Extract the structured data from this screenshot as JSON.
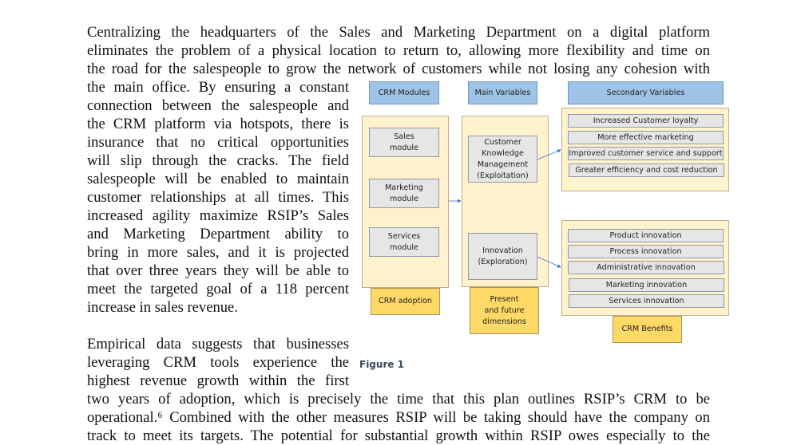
{
  "body_text": {
    "para1_full": [
      "Centralizing the headquarters of the Sales and Marketing Department on a digital platform",
      "eliminates the problem of a physical location to return to, allowing more flexibility and time on",
      "the road for the salespeople to grow the network of customers while not losing any cohesion with"
    ],
    "para1_wrapped": [
      "the main office. By ensuring a constant",
      "connection between the salespeople and",
      "the CRM platform via hotspots, there is",
      "insurance that no critical opportunities",
      "will slip through the cracks. The field",
      "salespeople will be enabled to maintain",
      "customer relationships at all times. This",
      "increased agility maximize RSIP’s Sales",
      "and Marketing Department ability to",
      "bring in more sales, and it is projected",
      "that over three years they will be able to",
      "meet the targeted goal of a 118 percent",
      "increase in sales revenue."
    ],
    "para2_wrapped": [
      "Empirical data suggests that businesses",
      "leveraging CRM tools experience the",
      "highest revenue growth within the first"
    ],
    "para2_full": [
      "two years of adoption, which is precisely the time that this plan outlines RSIP’s CRM to be",
      "operational.⁶ Combined with the other measures RSIP will be taking should have the company on",
      "track to meet its targets. The potential for substantial growth within RSIP owes especially to the"
    ]
  },
  "figure": {
    "caption": "Figure 1",
    "headers": [
      "CRM Modules",
      "Main Variables",
      "Secondary Variables"
    ],
    "modules": [
      "Sales module",
      "Marketing module",
      "Services module"
    ],
    "main_variables": [
      "Customer Knowledge Management (Exploitation)",
      "Innovation (Exploration)"
    ],
    "secondary_top": [
      "Increased Customer loyalty",
      "More effective marketing",
      "Improved customer service and support",
      "Greater efficiency and cost reduction"
    ],
    "secondary_bottom": [
      "Product innovation",
      "Process innovation",
      "Administrative innovation",
      "Marketing innovation",
      "Services innovation"
    ],
    "footers": [
      "CRM adoption",
      "Present and future dimensions",
      "CRM Benefits"
    ],
    "colors": {
      "header": "#9dc3e6",
      "panel": "#fff2cc",
      "item": "#e7e6e6",
      "footer": "#ffd966",
      "arrow": "#4472c4"
    }
  }
}
